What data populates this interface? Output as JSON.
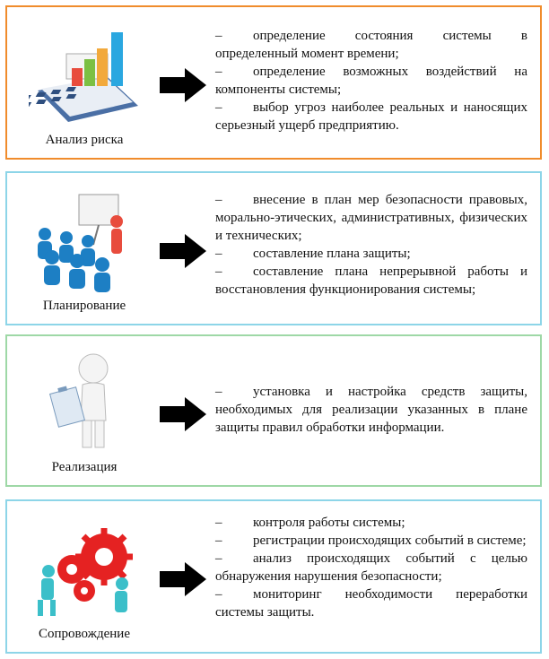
{
  "stages": [
    {
      "label": "Анализ риска",
      "icon": "calculator-chart-icon",
      "border_color": "#f08c2c",
      "items": [
        "определение состояния системы в определенный момент времени;",
        "определение возможных воздействий на компоненты системы;",
        "выбор угроз наиболее реальных и наносящих серьезный ущерб предприятию."
      ]
    },
    {
      "label": "Планирование",
      "icon": "presentation-meeting-icon",
      "border_color": "#8dd5e8",
      "items": [
        "внесение в план мер безопасности правовых, морально-этических, административных, физических и технических;",
        "составление плана защиты;",
        "составление плана непрерывной работы и восстановления функционирования системы;"
      ]
    },
    {
      "label": "Реализация",
      "icon": "person-clipboard-icon",
      "border_color": "#9ed8a6",
      "items": [
        "установка и настройка средств защиты, необходимых для реализации указанных в плане защиты правил обработки информации."
      ]
    },
    {
      "label": "Сопровождение",
      "icon": "gears-people-icon",
      "border_color": "#8dd5e8",
      "items": [
        "контроля работы системы;",
        "регистрации происходящих событий в системе;",
        "анализ происходящих событий с целью обнаружения нарушения безопасности;",
        "мониторинг необходимости переработки системы защиты."
      ]
    }
  ],
  "bullet": "–"
}
